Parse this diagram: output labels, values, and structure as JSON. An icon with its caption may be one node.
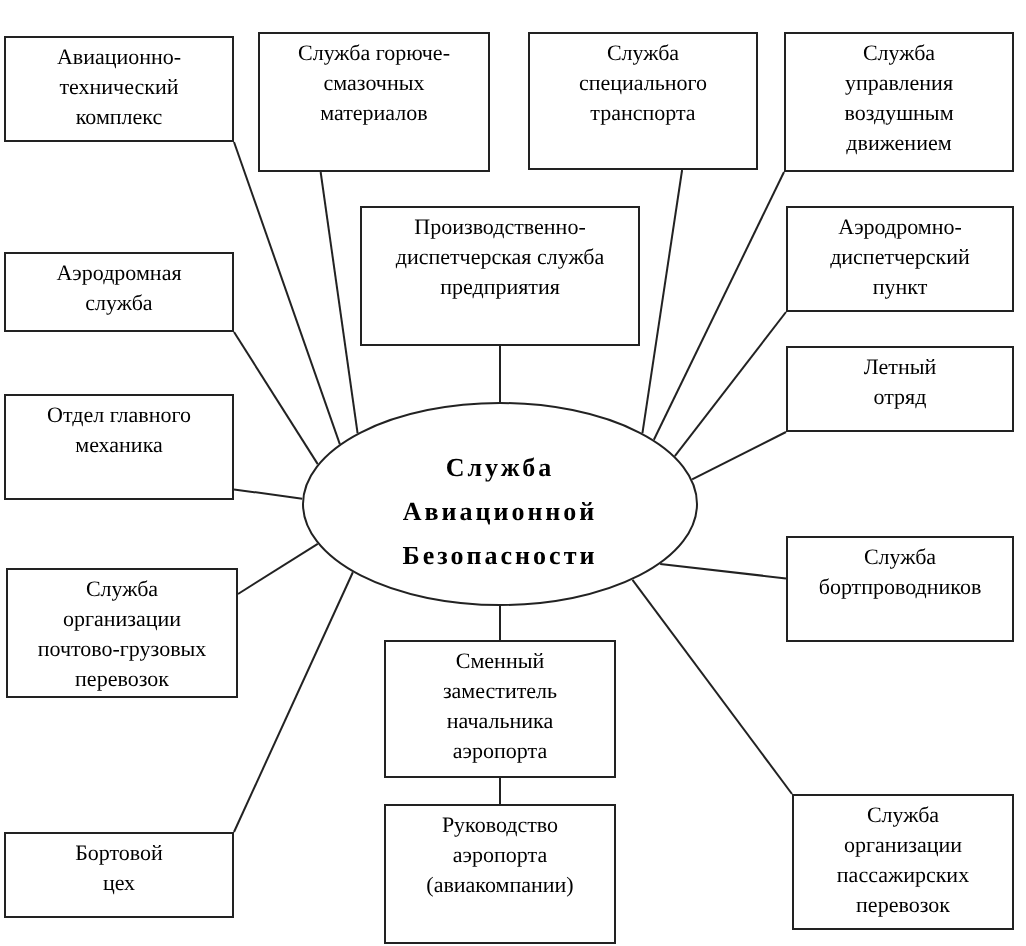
{
  "diagram": {
    "nodes": [
      {
        "text": [
          "Авиационно-технический комплекс"
        ]
      },
      {
        "text": [
          "Служба горюче-смазочных материалов"
        ]
      },
      {
        "text": [
          "Служба специального транспорта"
        ]
      },
      {
        "text": [
          "Служба управления воздушным движением"
        ]
      },
      {
        "text": [
          "Производственно-диспетчерская служба предприятия"
        ]
      },
      {
        "text": [
          "Аэродромно-диспетчерский пункт"
        ]
      },
      {
        "text": [
          "Аэродромная служба"
        ]
      },
      {
        "text": [
          "Летный отряд"
        ]
      },
      {
        "text": [
          "Отдел главного механика"
        ]
      },
      {
        "text": [
          "Служба Авиационной Безопасности"
        ]
      },
      {
        "text": [
          "Служба организации почтово-грузовых перевозок"
        ]
      },
      {
        "text": [
          "Служба бортпроводников"
        ]
      },
      {
        "text": [
          "Сменный заместитель начальника аэропорта"
        ]
      },
      {
        "text": [
          "Руководство аэропорта (авиакомпании)"
        ]
      },
      {
        "text": [
          "Бортовой цех"
        ]
      },
      {
        "text": [
          "Служба организации пассажирских перевозок"
        ]
      }
    ],
    "edges": [
      {
        "from": 9,
        "to": 0,
        "arrow": "none"
      },
      {
        "from": 9,
        "to": 1,
        "arrow": "none"
      },
      {
        "from": 9,
        "to": 2,
        "arrow": "none"
      },
      {
        "from": 9,
        "to": 3,
        "arrow": "none"
      },
      {
        "from": 9,
        "to": 4,
        "arrow": "none"
      },
      {
        "from": 9,
        "to": 5,
        "arrow": "none"
      },
      {
        "from": 9,
        "to": 6,
        "arrow": "none"
      },
      {
        "from": 9,
        "to": 7,
        "arrow": "none"
      },
      {
        "from": 9,
        "to": 8,
        "arrow": "none"
      },
      {
        "from": 9,
        "to": 10,
        "arrow": "none"
      },
      {
        "from": 9,
        "to": 11,
        "arrow": "none"
      },
      {
        "from": 9,
        "to": 12,
        "arrow": "none"
      },
      {
        "from": 12,
        "to": 13,
        "arrow": "none"
      },
      {
        "from": 9,
        "to": 14,
        "arrow": "none"
      },
      {
        "from": 9,
        "to": 15,
        "arrow": "none"
      }
    ]
  }
}
